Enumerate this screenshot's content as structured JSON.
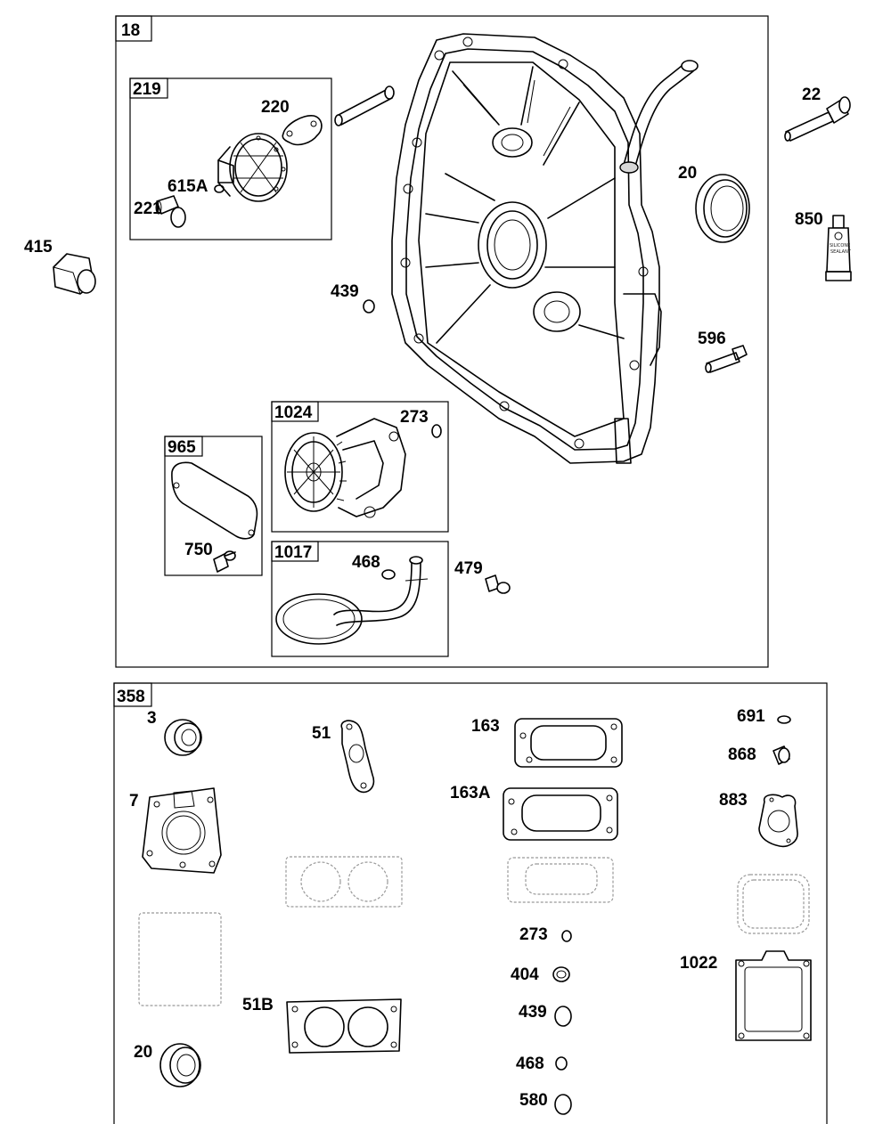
{
  "groups": {
    "crankcase": "18",
    "governor": "219",
    "oil_pump": "1024",
    "cover": "965",
    "pickup": "1017",
    "gasket_set": "358"
  },
  "labels": {
    "p220": "220",
    "p615A": "615A",
    "p221": "221",
    "p415": "415",
    "p439a": "439",
    "p22": "22",
    "p20a": "20",
    "p850": "850",
    "p596": "596",
    "p273a": "273",
    "p750": "750",
    "p468a": "468",
    "p479": "479",
    "p3": "3",
    "p51": "51",
    "p163": "163",
    "p691": "691",
    "p868": "868",
    "p163A": "163A",
    "p7": "7",
    "p883": "883",
    "p273b": "273",
    "p404": "404",
    "p1022": "1022",
    "p439b": "439",
    "p51B": "51B",
    "p20b": "20",
    "p468b": "468",
    "p580": "580"
  },
  "tube_text": {
    "line1": "SILICONE",
    "line2": "SEALANT"
  }
}
